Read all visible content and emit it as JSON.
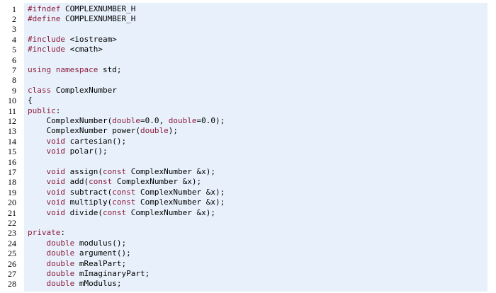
{
  "colors": {
    "keyword": "#8b1a3a",
    "text": "#000000",
    "code_background": "#e8f1fb"
  },
  "lines": [
    {
      "n": "1",
      "tokens": [
        {
          "t": "#ifndef",
          "k": true
        },
        {
          "t": " COMPLEXNUMBER_H"
        }
      ]
    },
    {
      "n": "2",
      "tokens": [
        {
          "t": "#define",
          "k": true
        },
        {
          "t": " COMPLEXNUMBER_H"
        }
      ]
    },
    {
      "n": "3",
      "tokens": []
    },
    {
      "n": "4",
      "tokens": [
        {
          "t": "#include",
          "k": true
        },
        {
          "t": " <iostream>"
        }
      ]
    },
    {
      "n": "5",
      "tokens": [
        {
          "t": "#include",
          "k": true
        },
        {
          "t": " <cmath>"
        }
      ]
    },
    {
      "n": "6",
      "tokens": []
    },
    {
      "n": "7",
      "tokens": [
        {
          "t": "using",
          "k": true
        },
        {
          "t": " "
        },
        {
          "t": "namespace",
          "k": true
        },
        {
          "t": " std;"
        }
      ]
    },
    {
      "n": "8",
      "tokens": []
    },
    {
      "n": "9",
      "tokens": [
        {
          "t": "class",
          "k": true
        },
        {
          "t": " ComplexNumber"
        }
      ]
    },
    {
      "n": "10",
      "tokens": [
        {
          "t": "{"
        }
      ]
    },
    {
      "n": "11",
      "tokens": [
        {
          "t": "public",
          "k": true
        },
        {
          "t": ":"
        }
      ]
    },
    {
      "n": "12",
      "tokens": [
        {
          "t": "    ComplexNumber("
        },
        {
          "t": "double",
          "k": true
        },
        {
          "t": "=0.0, "
        },
        {
          "t": "double",
          "k": true
        },
        {
          "t": "=0.0);"
        }
      ]
    },
    {
      "n": "13",
      "tokens": [
        {
          "t": "    ComplexNumber power("
        },
        {
          "t": "double",
          "k": true
        },
        {
          "t": ");"
        }
      ]
    },
    {
      "n": "14",
      "tokens": [
        {
          "t": "    "
        },
        {
          "t": "void",
          "k": true
        },
        {
          "t": " cartesian();"
        }
      ]
    },
    {
      "n": "15",
      "tokens": [
        {
          "t": "    "
        },
        {
          "t": "void",
          "k": true
        },
        {
          "t": " polar();"
        }
      ]
    },
    {
      "n": "16",
      "tokens": []
    },
    {
      "n": "17",
      "tokens": [
        {
          "t": "    "
        },
        {
          "t": "void",
          "k": true
        },
        {
          "t": " assign("
        },
        {
          "t": "const",
          "k": true
        },
        {
          "t": " ComplexNumber &x);"
        }
      ]
    },
    {
      "n": "18",
      "tokens": [
        {
          "t": "    "
        },
        {
          "t": "void",
          "k": true
        },
        {
          "t": " add("
        },
        {
          "t": "const",
          "k": true
        },
        {
          "t": " ComplexNumber &x);"
        }
      ]
    },
    {
      "n": "19",
      "tokens": [
        {
          "t": "    "
        },
        {
          "t": "void",
          "k": true
        },
        {
          "t": " subtract("
        },
        {
          "t": "const",
          "k": true
        },
        {
          "t": " ComplexNumber &x);"
        }
      ]
    },
    {
      "n": "20",
      "tokens": [
        {
          "t": "    "
        },
        {
          "t": "void",
          "k": true
        },
        {
          "t": " multiply("
        },
        {
          "t": "const",
          "k": true
        },
        {
          "t": " ComplexNumber &x);"
        }
      ]
    },
    {
      "n": "21",
      "tokens": [
        {
          "t": "    "
        },
        {
          "t": "void",
          "k": true
        },
        {
          "t": " divide("
        },
        {
          "t": "const",
          "k": true
        },
        {
          "t": " ComplexNumber &x);"
        }
      ]
    },
    {
      "n": "22",
      "tokens": []
    },
    {
      "n": "23",
      "tokens": [
        {
          "t": "private",
          "k": true
        },
        {
          "t": ":"
        }
      ]
    },
    {
      "n": "24",
      "tokens": [
        {
          "t": "    "
        },
        {
          "t": "double",
          "k": true
        },
        {
          "t": " modulus();"
        }
      ]
    },
    {
      "n": "25",
      "tokens": [
        {
          "t": "    "
        },
        {
          "t": "double",
          "k": true
        },
        {
          "t": " argument();"
        }
      ]
    },
    {
      "n": "26",
      "tokens": [
        {
          "t": "    "
        },
        {
          "t": "double",
          "k": true
        },
        {
          "t": " mRealPart;"
        }
      ]
    },
    {
      "n": "27",
      "tokens": [
        {
          "t": "    "
        },
        {
          "t": "double",
          "k": true
        },
        {
          "t": " mImaginaryPart;"
        }
      ]
    },
    {
      "n": "28",
      "tokens": [
        {
          "t": "    "
        },
        {
          "t": "double",
          "k": true
        },
        {
          "t": " mModulus;"
        }
      ]
    }
  ]
}
